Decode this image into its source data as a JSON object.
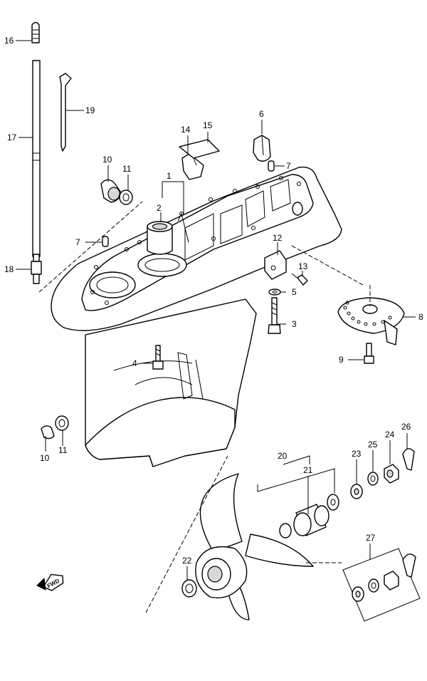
{
  "callouts": {
    "c1": "1",
    "c2": "2",
    "c3": "3",
    "c4": "4",
    "c5": "5",
    "c6": "6",
    "c7a": "7",
    "c7b": "7",
    "c8": "8",
    "c9": "9",
    "c10a": "10",
    "c10b": "10",
    "c11a": "11",
    "c11b": "11",
    "c12": "12",
    "c13": "13",
    "c14": "14",
    "c15": "15",
    "c16": "16",
    "c17": "17",
    "c18": "18",
    "c19": "19",
    "c20": "20",
    "c21": "21",
    "c22": "22",
    "c23": "23",
    "c24": "24",
    "c25": "25",
    "c26": "26",
    "c27": "27"
  },
  "fwd_label": "FWD"
}
